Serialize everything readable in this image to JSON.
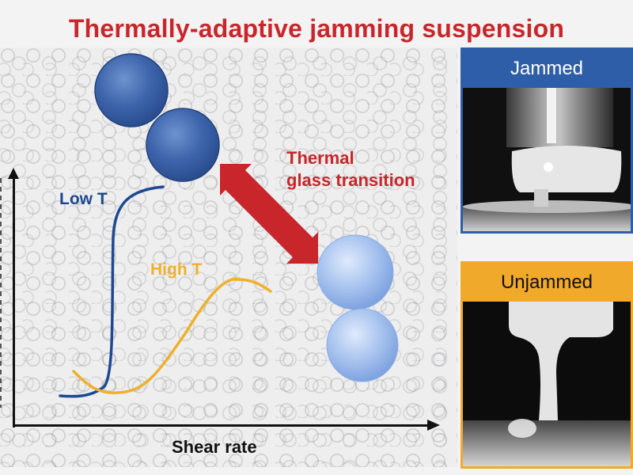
{
  "title": "Thermally-adaptive jamming suspension",
  "colors": {
    "title_red": "#c8262b",
    "low_t_blue": "#1e4891",
    "high_t_yellow": "#eeb12c",
    "jammed_blue": "#2f5ea8",
    "unjammed_orange": "#f0a92a"
  },
  "diagram": {
    "x_axis_label": "Shear rate",
    "y_axis_label_visible": "(cropped at left edge)",
    "curves": [
      {
        "label": "Low T",
        "color": "#1e4891",
        "shape": "sharp sigmoid step (shear thickening)"
      },
      {
        "label": "High T",
        "color": "#eeb12c",
        "shape": "gradual sigmoid rise with peak"
      }
    ],
    "transition_label_line1": "Thermal",
    "transition_label_line2": "glass transition",
    "arrow": "double-headed-red-arrow",
    "particles_top": "dark blue hard spheres (low T)",
    "particles_bottom": "light blue soft spheres (high T)"
  },
  "panels": [
    {
      "label": "Jammed",
      "header_color": "#2f5ea8",
      "image": "photo of jammed suspension under rod"
    },
    {
      "label": "Unjammed",
      "header_color": "#f0a92a",
      "image": "photo of unjammed suspension flowing stem"
    }
  ],
  "chart_data": {
    "type": "line",
    "title": "Thermally-adaptive jamming suspension",
    "xlabel": "Shear rate",
    "ylabel": "",
    "grid": false,
    "series": [
      {
        "name": "Low T",
        "x": [
          0,
          5,
          10,
          15,
          18,
          20,
          22,
          25,
          30,
          38
        ],
        "values": [
          0.05,
          0.05,
          0.07,
          0.2,
          0.6,
          0.85,
          0.93,
          0.97,
          0.99,
          1.0
        ]
      },
      {
        "name": "High T",
        "x": [
          15,
          20,
          25,
          30,
          35,
          40,
          45,
          50,
          55,
          60
        ],
        "values": [
          0.09,
          0.05,
          0.07,
          0.15,
          0.3,
          0.45,
          0.55,
          0.58,
          0.57,
          0.52
        ]
      }
    ],
    "legend_position": "inline labels"
  }
}
